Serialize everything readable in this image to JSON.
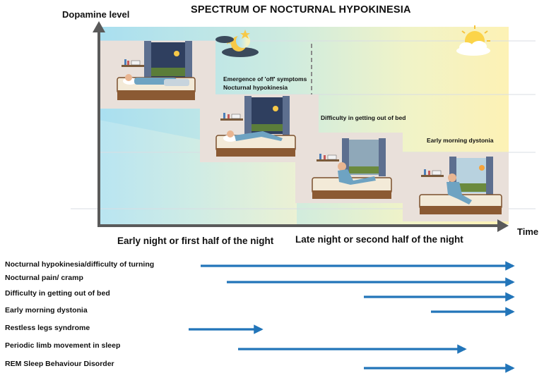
{
  "title": "SPECTRUM OF NOCTURNAL HYPOKINESIA",
  "y_axis_label": "Dopamine level",
  "x_axis_label": "Time",
  "phases": {
    "early": "Early night or first half of the night",
    "late": "Late night or second half of the night"
  },
  "callouts": {
    "emergence_line1": "Emergence of 'off' symptoms",
    "emergence_line2": "Nocturnal hypokinesia",
    "getting_out": "Difficulty in getting out of bed",
    "dystonia": "Early morning dystonia"
  },
  "symptoms": [
    {
      "label": "Nocturnal hypokinesia/difficulty of turning",
      "start": "mid early night",
      "end": "morning"
    },
    {
      "label": "Nocturnal pain/ cramp",
      "start": "mid early night",
      "end": "morning"
    },
    {
      "label": "Difficulty in getting out of bed",
      "start": "late night",
      "end": "morning"
    },
    {
      "label": "Early morning dystonia",
      "start": "early morning",
      "end": "morning"
    },
    {
      "label": "Restless legs syndrome",
      "start": "early night",
      "end": "mid early night"
    },
    {
      "label": "Periodic limb movement in sleep",
      "start": "mid early night",
      "end": "late night"
    },
    {
      "label": "REM Sleep Behaviour Disorder",
      "start": "late night",
      "end": "morning"
    }
  ],
  "colors": {
    "arrow": "#2275b9",
    "axis": "#5a5a5a",
    "night_sky": "#a8dcea",
    "day_sky": "#fdf4b8",
    "step_block": "#e8ddd6"
  },
  "icons": [
    "moon-stars-icon",
    "sun-cloud-icon",
    "bedroom-scene-icon"
  ]
}
